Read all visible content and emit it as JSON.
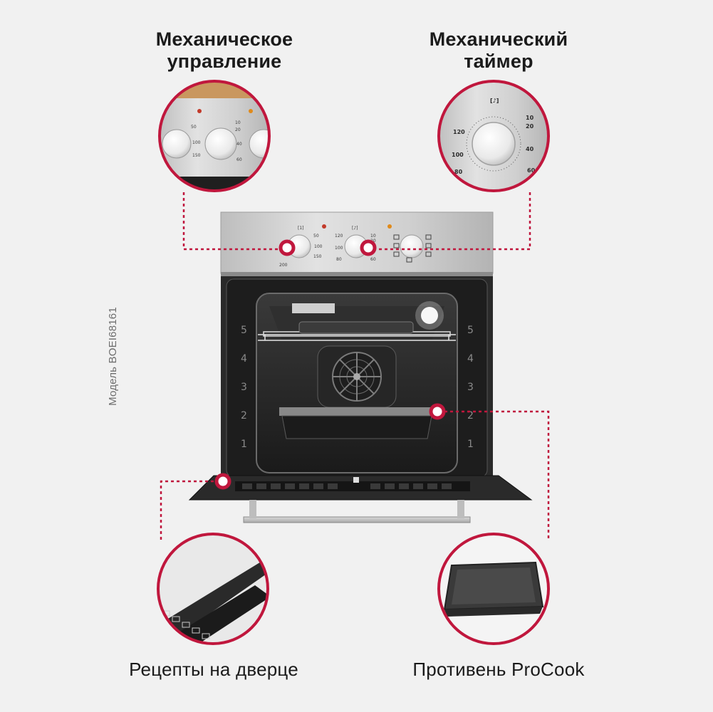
{
  "callouts": {
    "controls": {
      "line1": "Механическое",
      "line2": "управление",
      "icon": "control-knobs"
    },
    "timer": {
      "line1": "Механический",
      "line2": "таймер",
      "icon": "timer-dial"
    },
    "recipes": {
      "label": "Рецепты на дверце",
      "icon": "door-recipes"
    },
    "tray": {
      "label": "Противень ProCook",
      "icon": "baking-tray"
    }
  },
  "model_label": "Модель BOEI68161",
  "timer_dial": {
    "scale_left": [
      "120",
      "100",
      "80"
    ],
    "scale_right": [
      "10",
      "20",
      "40",
      "60"
    ]
  },
  "control_panel_scale": {
    "temperature": [
      "50",
      "100",
      "150",
      "200"
    ],
    "timer": [
      "10",
      "20",
      "40",
      "60",
      "80",
      "100",
      "120"
    ]
  },
  "oven_shelves": [
    "5",
    "4",
    "3",
    "2",
    "1"
  ],
  "colors": {
    "accent": "#c0173d",
    "background": "#f1f1f1",
    "steel": "#c9c9c9",
    "interior": "#2a2a2a"
  }
}
